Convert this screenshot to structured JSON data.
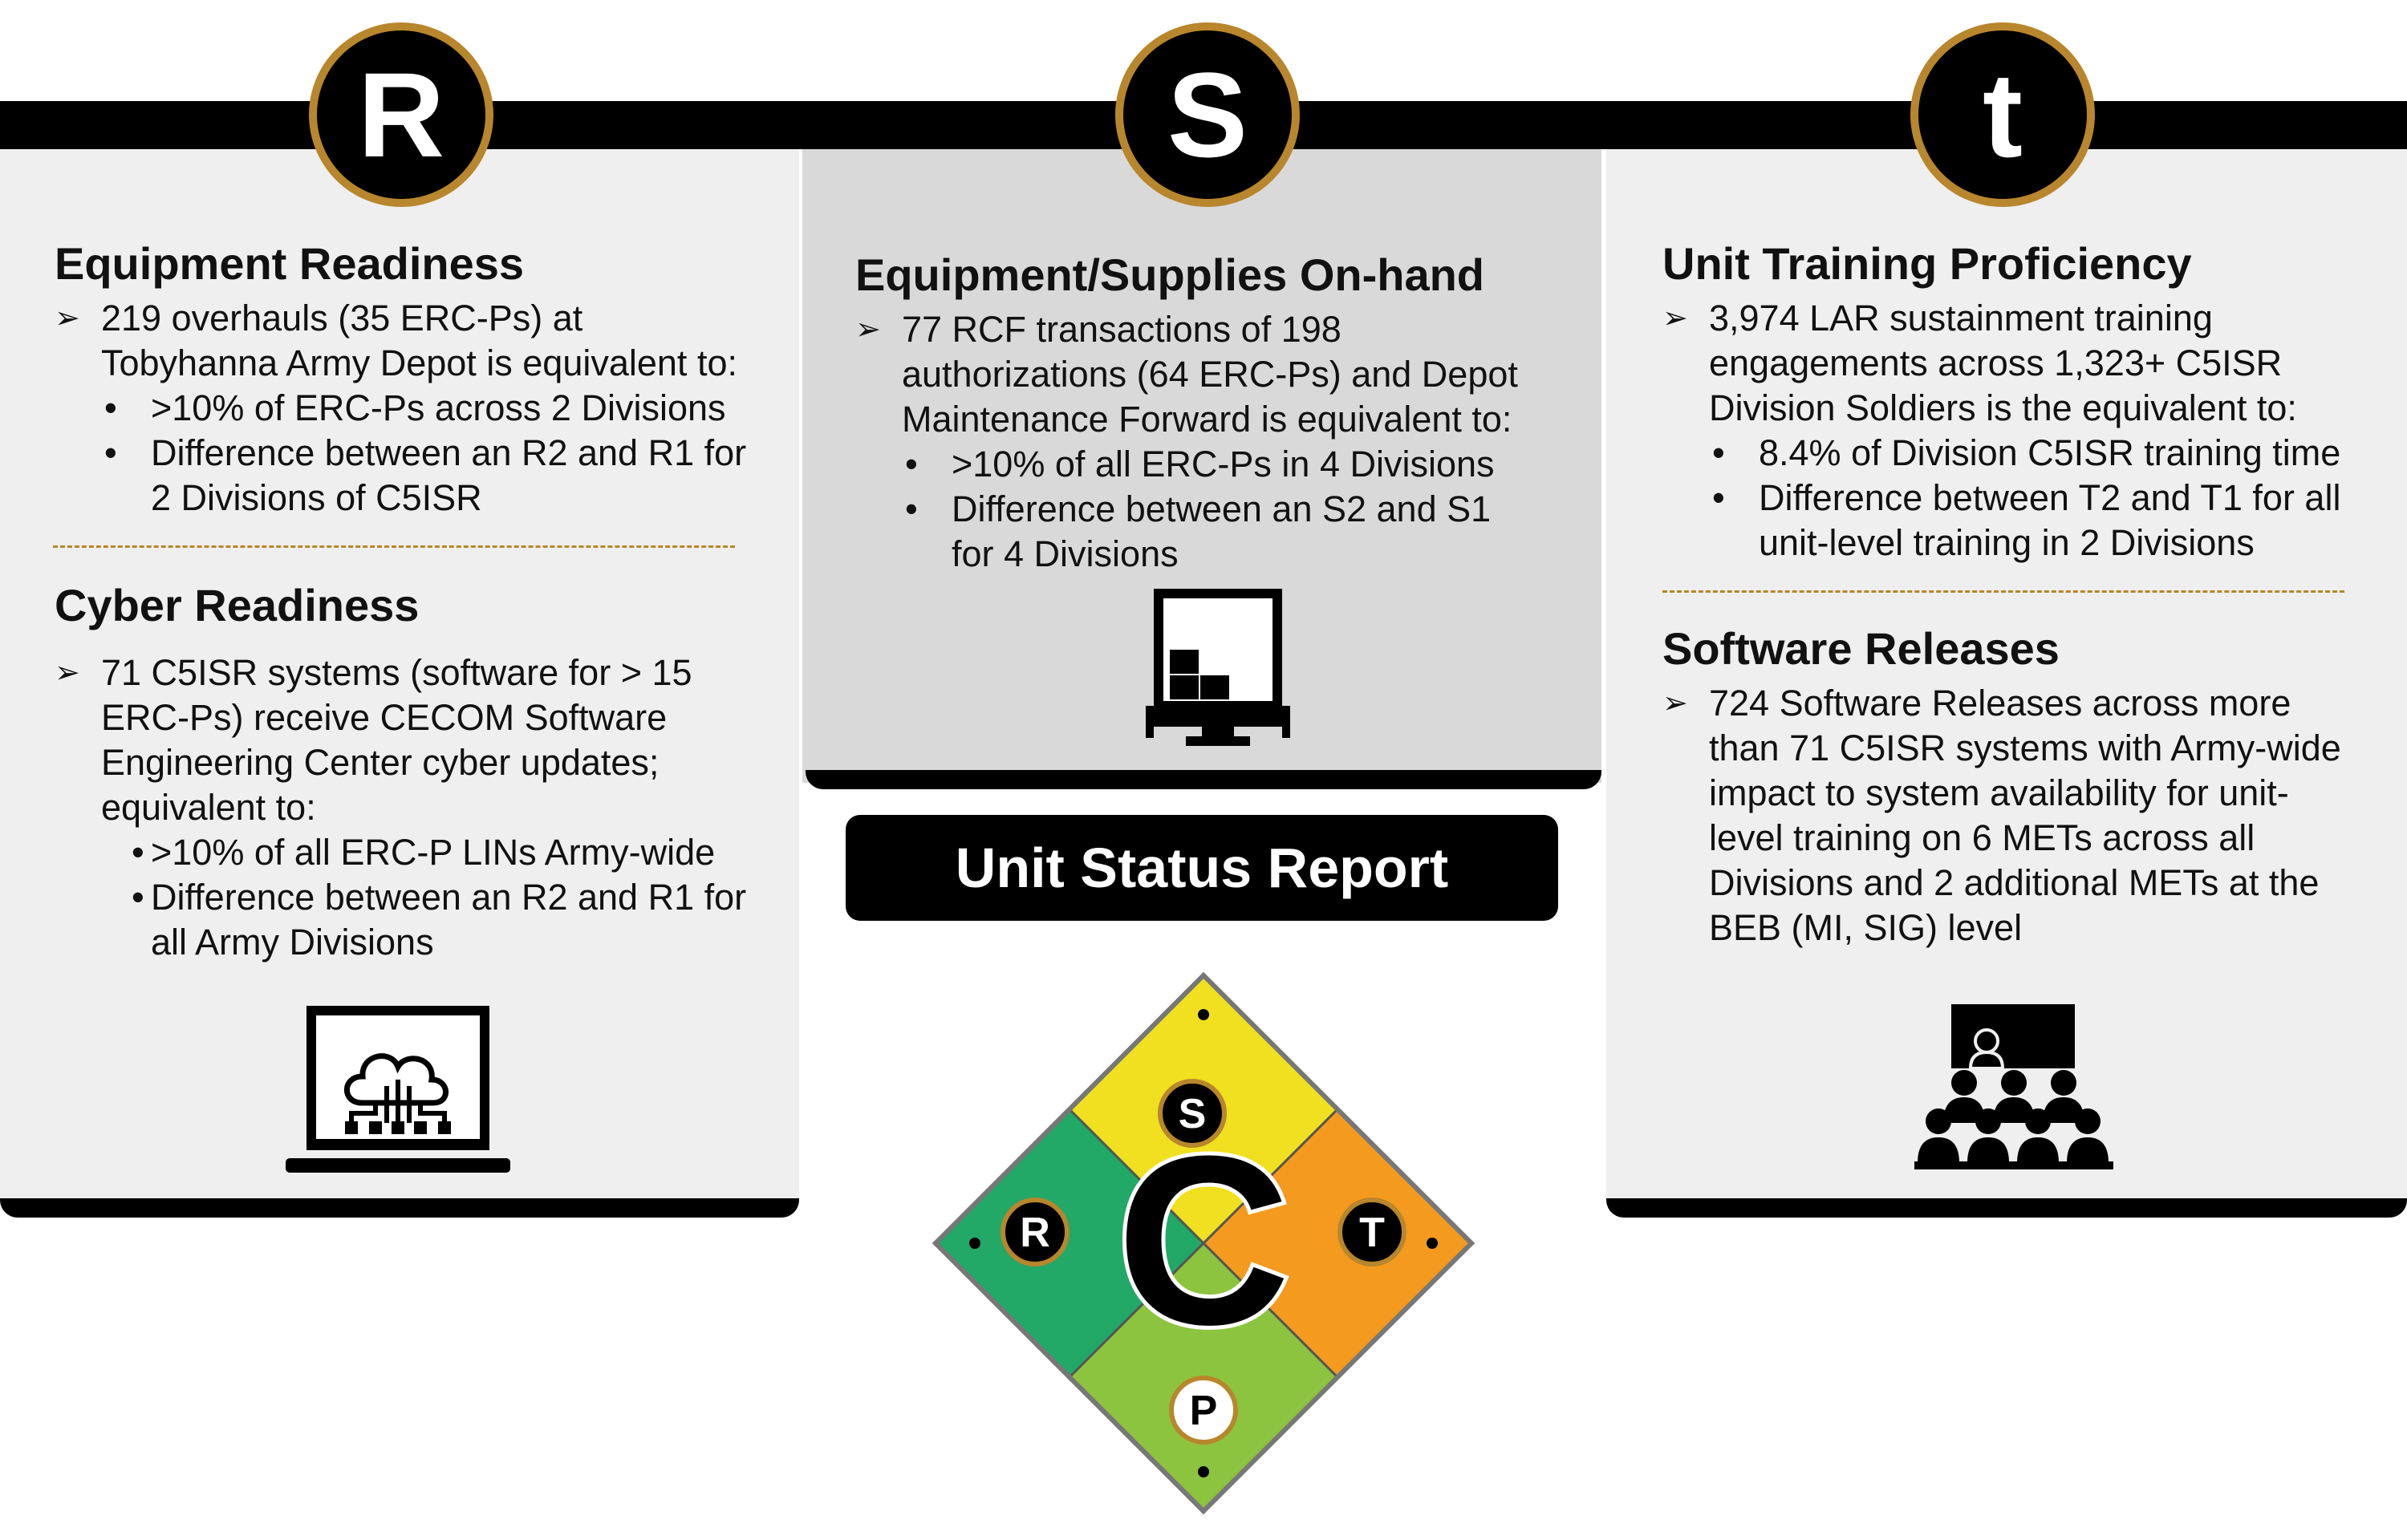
{
  "circles": {
    "r": "R",
    "s": "S",
    "t": "t"
  },
  "left": {
    "equipment": {
      "title": "Equipment Readiness",
      "b1_lines": [
        "219 overhauls (35 ERC-Ps) at",
        "Tobyhanna Army Depot is equivalent to:"
      ],
      "sub1": ">10% of ERC-Ps across 2 Divisions",
      "sub2_lines": [
        "Difference between an R2 and R1 for",
        "2 Divisions of C5ISR"
      ]
    },
    "cyber": {
      "title": "Cyber Readiness",
      "b1_lines": [
        "71 C5ISR systems (software for > 15",
        "ERC-Ps) receive CECOM Software",
        "Engineering Center cyber updates;",
        "equivalent to:"
      ],
      "sub1": ">10% of all ERC-P LINs Army-wide",
      "sub2_lines": [
        "Difference between an R2 and R1 for",
        "all Army Divisions"
      ]
    },
    "icon": "cloud-computer-icon"
  },
  "middle": {
    "title": "Equipment/Supplies On-hand",
    "b1_lines": [
      "77 RCF transactions of 198",
      "authorizations (64 ERC-Ps) and Depot",
      "Maintenance Forward is equivalent to:"
    ],
    "sub1": ">10% of all ERC-Ps in 4 Divisions",
    "sub2_lines": [
      "Difference between an S2 and S1",
      "for 4 Divisions"
    ],
    "icon": "supply-truck-icon",
    "banner": "Unit Status Report"
  },
  "right": {
    "training": {
      "title": "Unit Training Proficiency",
      "b1_lines": [
        "3,974 LAR sustainment training",
        "engagements across 1,323+ C5ISR",
        "Division Soldiers is the equivalent to:"
      ],
      "sub1": "8.4% of Division C5ISR training time",
      "sub2_lines": [
        "Difference between T2 and T1 for all",
        "unit-level training in 2 Divisions"
      ]
    },
    "software": {
      "title": "Software Releases",
      "b1_lines": [
        "724 Software Releases across more",
        "than 71 C5ISR systems with Army-wide",
        "impact to system availability for unit-",
        "level training on 6 METs across all",
        "Divisions and 2 additional METs at the",
        "BEB (MI, SIG) level"
      ]
    },
    "icon": "classroom-icon"
  },
  "puzzle": {
    "center": "C",
    "pieces": {
      "top": "S",
      "left": "R",
      "right": "T",
      "bottom": "P"
    },
    "colors": {
      "top": "#f0e020",
      "left": "#22a867",
      "right": "#f39a1f",
      "bottom": "#8cc43f",
      "accent": "#b8862c"
    }
  }
}
